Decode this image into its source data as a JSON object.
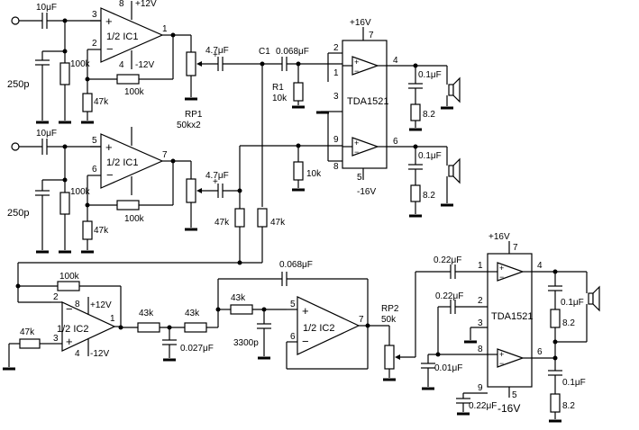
{
  "amps": {
    "ic1_top": {
      "p1": "3",
      "p2": "2",
      "p3": "8",
      "p4": "4",
      "p5": "1",
      "name": "1/2  IC1",
      "vp": "+12V",
      "vn": "-12V"
    },
    "ic1_bot": {
      "p1": "5",
      "p2": "6",
      "p3": "",
      "p4": "",
      "p5": "7",
      "name": "1/2  IC1",
      "vp": "",
      "vn": ""
    },
    "ic2_left": {
      "p1": "2",
      "p2": "3",
      "p3": "8",
      "p4": "4",
      "p5": "1",
      "name": "1/2  IC2",
      "vp": "+12V",
      "vn": "-12V"
    },
    "ic2_right": {
      "p1": "5",
      "p2": "6",
      "p3": "",
      "p4": "",
      "p5": "7",
      "name": "1/2  IC2",
      "vp": "",
      "vn": ""
    }
  },
  "tda_top": {
    "name": "TDA1521",
    "vcc": "+16V",
    "vee": "-16V",
    "pins": {
      "p2": "2",
      "p1": "1",
      "p3": "3",
      "p9": "9",
      "p8": "8",
      "p7": "7",
      "p4": "4",
      "p6": "6",
      "p5": "5"
    }
  },
  "tda_bot": {
    "name": "TDA1521",
    "vcc": "+16V",
    "vee": "-16V",
    "pins": {
      "p1": "1",
      "p2": "2",
      "p3": "3",
      "p8": "8",
      "p9": "9",
      "p7": "7",
      "p4": "4",
      "p6": "6",
      "p5": "5"
    }
  },
  "labels": {
    "c_in_top": "10μF",
    "c_in_bot": "10μF",
    "r_100k_top": "100k",
    "r_100k_bot": "100k",
    "c_250p_top": "250p",
    "c_250p_bot": "250p",
    "r_fb_top": "100k",
    "r_fb_bot": "100k",
    "r_47k_top": "47k",
    "r_47k_bot": "47k",
    "c_47_top": "4.7μF",
    "c_47_bot": "4.7μF",
    "rp1": "RP1",
    "rp1_val": "50kx2",
    "c1": "C1",
    "c_068_top": "0.068μF",
    "r1": "R1",
    "r1_val": "10k",
    "r_10k_b": "10k",
    "r_47k_mid1": "47k",
    "r_47k_mid2": "47k",
    "out_cap_top": "0.1μF",
    "out_res_top": "8.2",
    "out_cap_bot": "0.1μF",
    "out_res_bot": "8.2",
    "r_100k_ic2": "100k",
    "r_47k_ic2": "47k",
    "r_43k_a": "43k",
    "r_43k_b": "43k",
    "r_43k_c": "43k",
    "c_0027": "0.027μF",
    "c_3300": "3300p",
    "c_068_fb": "0.068μF",
    "rp2": "RP2",
    "rp2_val": "50k",
    "c_022_a": "0.22μF",
    "c_022_b": "0.22μF",
    "c_001": "0.01μF",
    "c_022_c": "0.22μF",
    "c_sub_1": "0.1μF",
    "r_sub_1": "8.2",
    "c_sub_2": "0.1μF",
    "r_sub_2": "8.2"
  }
}
